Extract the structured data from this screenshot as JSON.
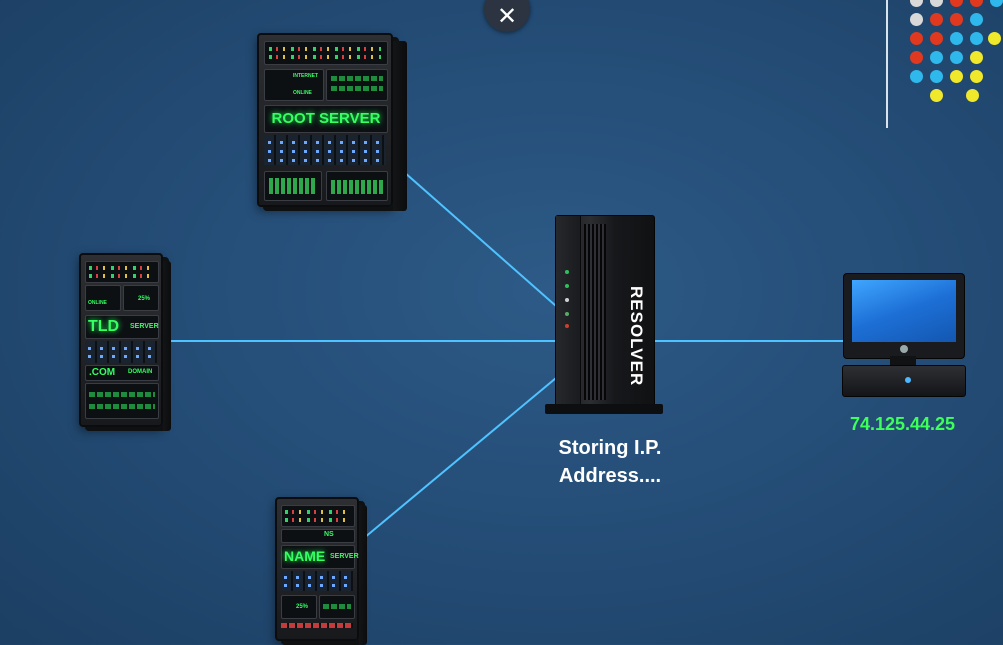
{
  "close_button": {
    "glyph": "✕"
  },
  "root_server": {
    "title": "ROOT SERVER",
    "panel_text": [
      "INTERNET",
      "ONLINE"
    ]
  },
  "tld_server": {
    "title": "TLD",
    "sub": "SERVER",
    "domain_left": ".COM",
    "domain_right": "DOMAIN",
    "panel_text": [
      "ONLINE",
      "25%"
    ]
  },
  "name_server": {
    "title": "NAME",
    "sub": "SERVER",
    "panel_text": [
      "NS",
      "25%"
    ]
  },
  "resolver": {
    "label": "RESOLVER"
  },
  "status": {
    "line1": "Storing I.P.",
    "line2": "Address...."
  },
  "client": {
    "ip": "74.125.44.25"
  },
  "colors": {
    "background": "#234b74",
    "connector": "#4fc3ff",
    "server_text": "#35ff62",
    "ip_text": "#3dff5a",
    "dot_red": "#e0391f",
    "dot_blue": "#2fb8ec",
    "dot_yellow": "#f0e82a",
    "dot_gray": "#d9d9d9"
  },
  "icons": {
    "close": "close-icon",
    "monitor": "monitor-icon",
    "server": "server-rack-icon",
    "resolver": "tower-pc-icon"
  }
}
